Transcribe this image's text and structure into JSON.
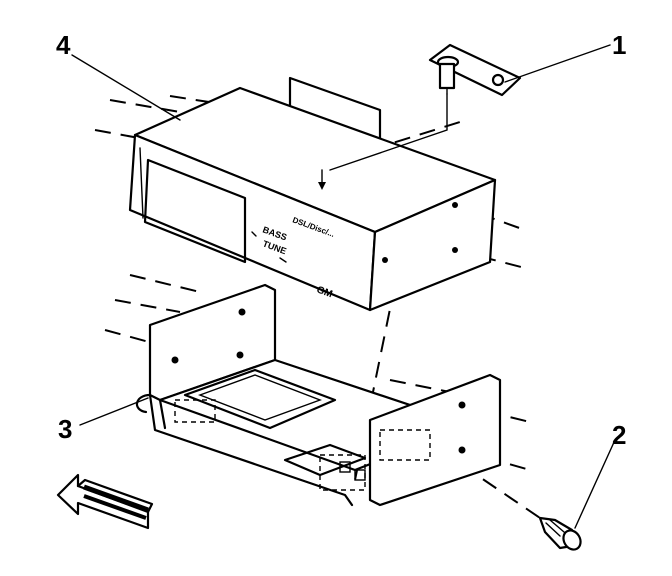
{
  "callouts": [
    {
      "id": "1",
      "label": "1"
    },
    {
      "id": "2",
      "label": "2"
    },
    {
      "id": "3",
      "label": "3"
    },
    {
      "id": "4",
      "label": "4"
    }
  ],
  "unit_labels": {
    "face_text": "DSL/Disc/...",
    "face_small_1": "BASS",
    "face_small_2": "TUNE",
    "logo": "GM"
  },
  "icons": {
    "direction_arrow": "front-arrow-icon",
    "bolt": "bolt-icon",
    "strap": "ground-strap-icon"
  }
}
